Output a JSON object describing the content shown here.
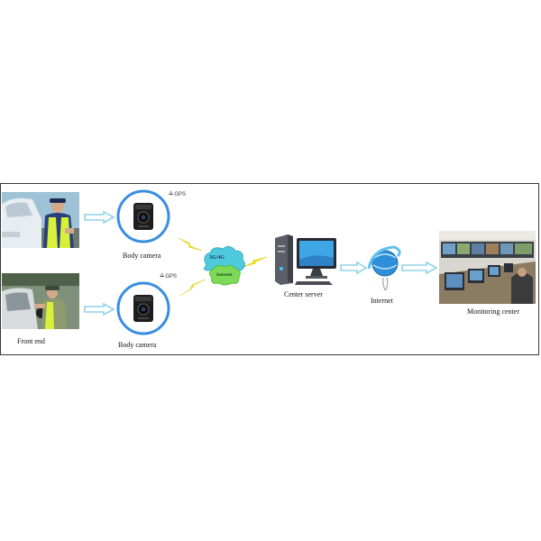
{
  "labels": {
    "front_end": "Front end",
    "body_camera_top": "Body camera",
    "body_camera_bottom": "Body camera",
    "center_server": "Center server",
    "internet": "Internet",
    "monitoring_center": "Monitoring center"
  },
  "gps": {
    "top": "GPS",
    "bottom": "GPS"
  },
  "cloud": {
    "network": "3G/4G",
    "internet": "Internet"
  },
  "colors": {
    "arrow": "#8fd3e8",
    "lightning": "#f3e621",
    "cloud": "#4fc9dc",
    "cloud_inner": "#7ed957",
    "camera_ring": "#3a8ee0",
    "monitor_screen": "#3fa6e6"
  },
  "icons": [
    "police-photo",
    "camera-icon",
    "gps-icon",
    "cloud-icon",
    "server-icon",
    "internet-icon",
    "monitoring-photo",
    "arrow-icon",
    "lightning-icon"
  ]
}
